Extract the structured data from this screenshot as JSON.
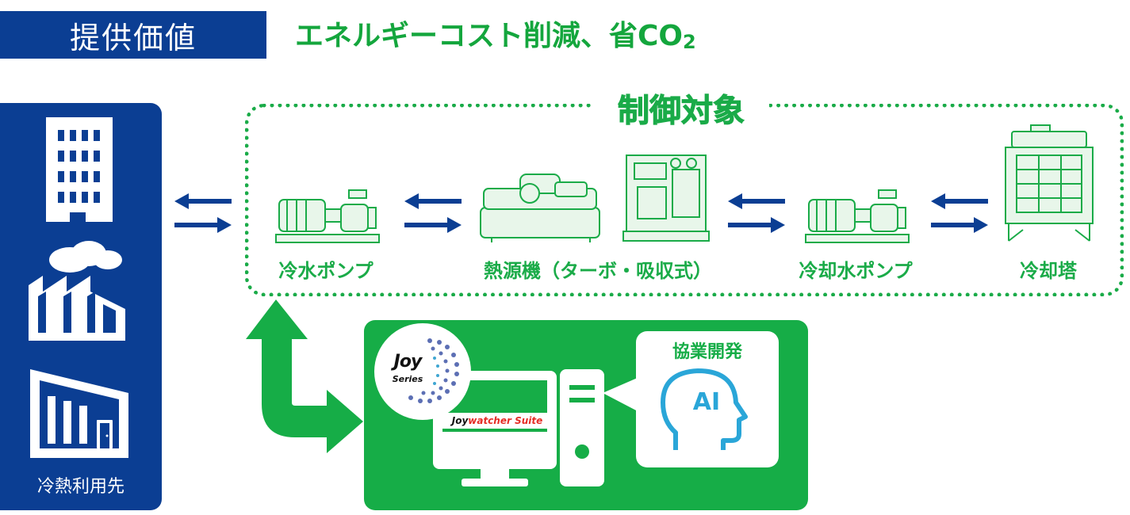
{
  "header": {
    "tag": "提供価値",
    "headline_main": "エネルギーコスト削減、省CO",
    "headline_sub": "2"
  },
  "left_panel": {
    "caption": "冷熱利用先",
    "icons": [
      "building-icon",
      "factory-icon",
      "warehouse-icon"
    ]
  },
  "control_group": {
    "title": "制御対象",
    "equipment": [
      {
        "label": "冷水ポンプ",
        "icon": "pump-icon"
      },
      {
        "label": "熱源機（ターボ・吸収式）",
        "icon": "chiller-icon"
      },
      {
        "label": "冷却水ポンプ",
        "icon": "pump-icon"
      },
      {
        "label": "冷却塔",
        "icon": "cooling-tower-icon"
      }
    ]
  },
  "system": {
    "logo_word": "Joy",
    "logo_series": "Series",
    "product_prefix": "Joy",
    "product_name": "watcher Suite",
    "ai_card_title": "協業開発",
    "ai_text": "AI",
    "icons": [
      "computer-icon",
      "ai-head-icon"
    ]
  },
  "colors": {
    "navy": "#0b3e93",
    "green": "#16ad47",
    "light_green": "#e8f6ea",
    "ai_blue": "#2aa6d8"
  }
}
